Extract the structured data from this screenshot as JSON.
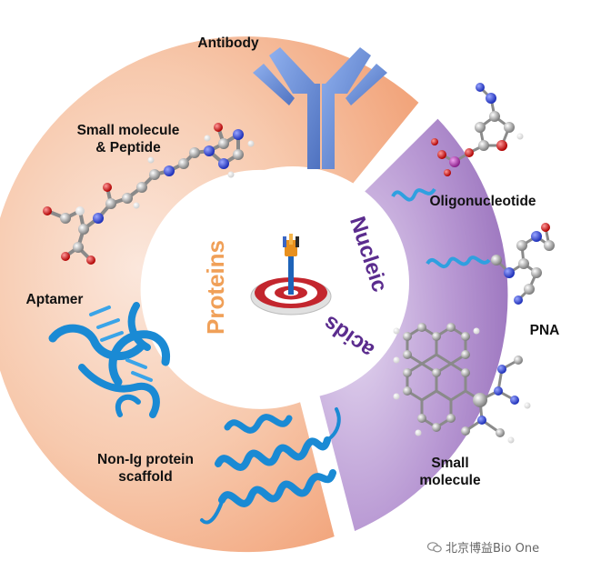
{
  "labels": {
    "antibody": "Antibody",
    "small_molecule_peptide_1": "Small molecule",
    "small_molecule_peptide_2": "& Peptide",
    "aptamer": "Aptamer",
    "non_ig_1": "Non-Ig protein",
    "non_ig_2": "scaffold",
    "oligonucleotide": "Oligonucleotide",
    "pna": "PNA",
    "small_molecule_1": "Small",
    "small_molecule_2": "molecule"
  },
  "center": {
    "proteins": "Proteins",
    "nucleic": "Nucleic",
    "acids": "acids"
  },
  "watermark": "北京博益Bio One",
  "colors": {
    "proteins_sector": "#f2a57c",
    "proteins_text": "#f0a058",
    "nucleic_sector": "#a37fc3",
    "nucleic_text": "#5b2c8e",
    "antibody": "#6f93d6",
    "ribbon": "#1a8ad4",
    "backbone_blue": "#2fa0e0"
  },
  "icons": [
    "antibody-icon",
    "target-icon",
    "molecule-icon",
    "ribbon-icon"
  ]
}
